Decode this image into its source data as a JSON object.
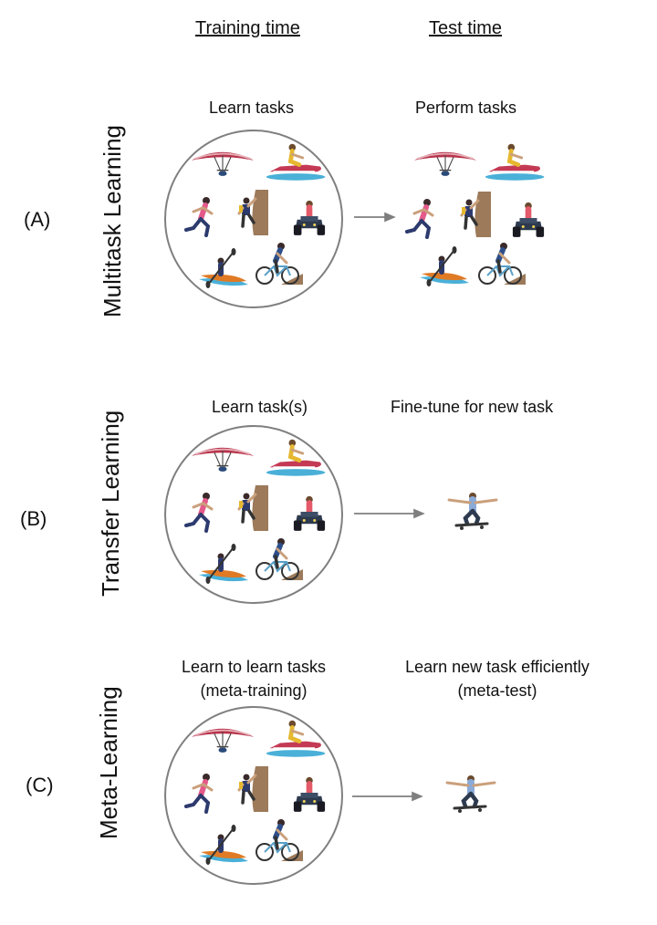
{
  "headers": {
    "training": "Training time",
    "test": "Test time"
  },
  "rows": [
    {
      "id": "(A)",
      "method": "Multitask Learning",
      "train_label": "Learn tasks",
      "test_label": "Perform tasks"
    },
    {
      "id": "(B)",
      "method": "Transfer Learning",
      "train_label": "Learn task(s)",
      "test_label": "Fine-tune for new task"
    },
    {
      "id": "(C)",
      "method": "Meta-Learning",
      "train_label_line1": "Learn to learn tasks",
      "train_label_line2": "(meta-training)",
      "test_label_line1": "Learn new task efficiently",
      "test_label_line2": "(meta-test)"
    }
  ],
  "task_icons": [
    "hang-glider-icon",
    "jet-ski-icon",
    "runner-icon",
    "rock-climber-icon",
    "quad-bike-icon",
    "kayaker-icon",
    "cyclist-icon"
  ],
  "new_task_icon": "skateboarder-icon",
  "colors": {
    "glider_wing": "#b8324a",
    "jetski": "#c43a55",
    "water": "#4ab0d8",
    "kayak": "#e07a24",
    "rock": "#9c7a5a",
    "quad": "#2d3a4e",
    "circle_border": "#7f7f7f",
    "arrow": "#7f7f7f"
  }
}
